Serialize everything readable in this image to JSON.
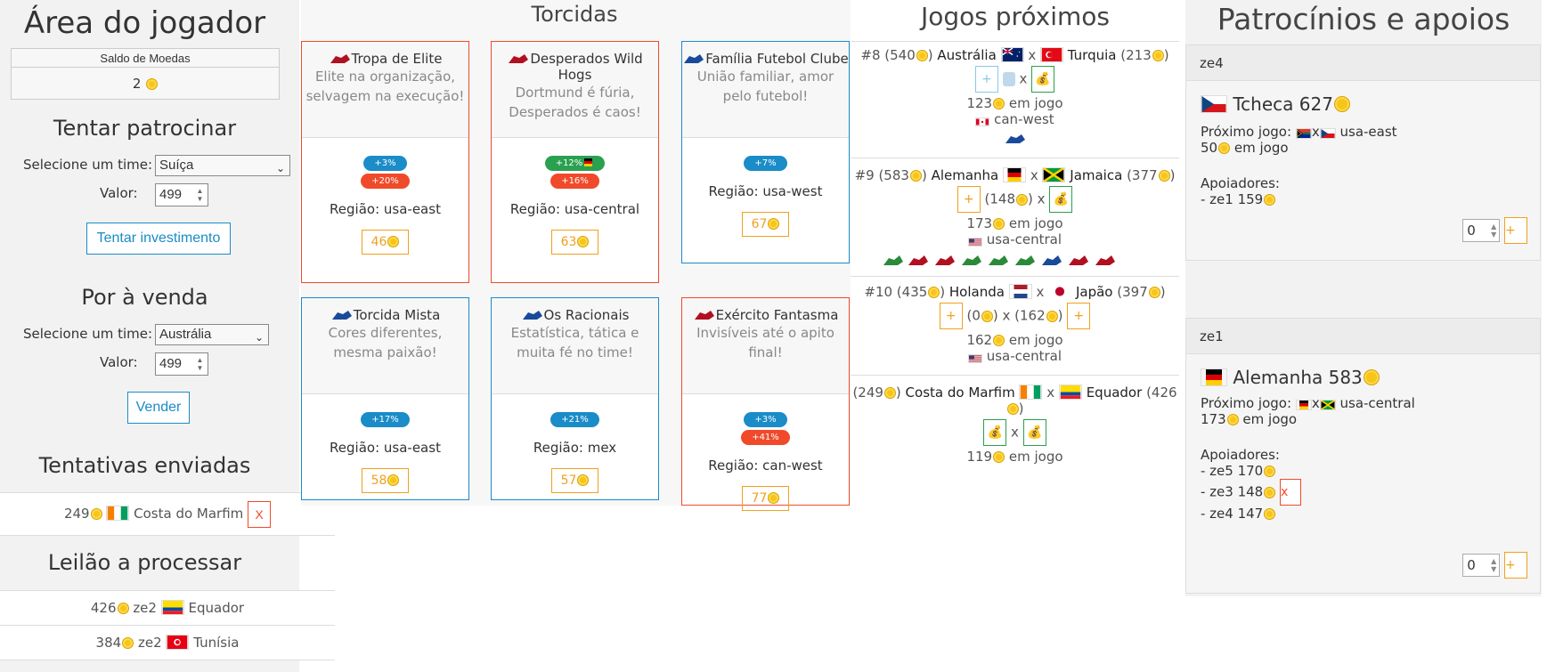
{
  "left": {
    "title": "Área do jogador",
    "saldo_label": "Saldo de Moedas",
    "saldo_value": "2",
    "patrocinar_title": "Tentar patrocinar",
    "select_label": "Selecione um time:",
    "patrocinar_team": "Suíça",
    "valor_label": "Valor:",
    "patrocinar_valor": "499",
    "invest_button": "Tentar investimento",
    "venda_title": "Por à venda",
    "venda_team": "Austrália",
    "venda_valor": "499",
    "vender_button": "Vender",
    "tentativas_title": "Tentativas enviadas",
    "tentativas": [
      {
        "value": "249",
        "team": "Costa do Marfim",
        "remove": "X"
      }
    ],
    "leilao_title": "Leilão a processar",
    "leilao": [
      {
        "value": "426",
        "user": "ze2",
        "team": "Equador"
      },
      {
        "value": "384",
        "user": "ze2",
        "team": "Tunísia"
      }
    ]
  },
  "torcidas": {
    "title": "Torcidas",
    "cards": [
      {
        "name": "Tropa de Elite",
        "desc": "Elite na organização, selvagem na execução!",
        "badges": [
          {
            "text": "+3%",
            "color": "#1a8cc8"
          },
          {
            "text": "+20%",
            "color": "#f04a2a"
          }
        ],
        "region": "Região: usa-east",
        "value": "46",
        "border": "#f04a2a",
        "mascot": "#b01020"
      },
      {
        "name": "Desperados Wild Hogs",
        "desc": "Dortmund é fúria, Desperados é caos!",
        "badges": [
          {
            "text": "+12%",
            "color": "#2aa050",
            "flag": "de"
          },
          {
            "text": "+16%",
            "color": "#f04a2a"
          }
        ],
        "region": "Região: usa-central",
        "value": "63",
        "border": "#f04a2a",
        "mascot": "#b01020"
      },
      {
        "name": "Família Futebol Clube",
        "desc": "União familiar, amor pelo futebol!",
        "badges": [
          {
            "text": "+7%",
            "color": "#1a8cc8"
          }
        ],
        "region": "Região: usa-west",
        "value": "67",
        "border": "#1a8cc8",
        "mascot": "#1a4a9a"
      },
      {
        "name": "Torcida Mista",
        "desc": "Cores diferentes, mesma paixão!",
        "badges": [
          {
            "text": "+17%",
            "color": "#1a8cc8"
          }
        ],
        "region": "Região: usa-east",
        "value": "58",
        "border": "#1a8cc8",
        "mascot": "#1a4a9a"
      },
      {
        "name": "Os Racionais",
        "desc": "Estatística, tática e muita fé no time!",
        "badges": [
          {
            "text": "+21%",
            "color": "#1a8cc8"
          }
        ],
        "region": "Região: mex",
        "value": "57",
        "border": "#1a8cc8",
        "mascot": "#1a4a9a"
      },
      {
        "name": "Exército Fantasma",
        "desc": "Invisíveis até o apito final!",
        "badges": [
          {
            "text": "+3%",
            "color": "#1a8cc8"
          },
          {
            "text": "+41%",
            "color": "#f04a2a"
          }
        ],
        "region": "Região: can-west",
        "value": "77",
        "border": "#f04a2a",
        "mascot": "#b01020"
      }
    ]
  },
  "jogos": {
    "title": "Jogos próximos",
    "games": [
      {
        "line1": {
          "pre": "#8 (540",
          "team1": "Austrália",
          "x": "x",
          "team2": "Turquia",
          "post": "(213"
        },
        "line2": "",
        "em_jogo_value": "123",
        "em_jogo_label": "em jogo",
        "region": "can-west"
      },
      {
        "line1": {
          "pre": "#9 (583",
          "team1": "Alemanha",
          "x": "x",
          "team2": "Jamaica",
          "post": "(377"
        },
        "line2": "(148",
        "em_jogo_value": "173",
        "em_jogo_label": "em jogo",
        "region": "usa-central"
      },
      {
        "line1": {
          "pre": "#10 (435",
          "team1": "Holanda",
          "x": "x",
          "team2": "Japão",
          "post": "(397"
        },
        "line2": "(0",
        "line2b": "x (162",
        "em_jogo_value": "162",
        "em_jogo_label": "em jogo",
        "region": "usa-central"
      },
      {
        "line1": {
          "pre": "(249",
          "team1": "Costa do Marfim",
          "x": "x",
          "team2": "Equador",
          "post": "(426"
        },
        "line2": "x",
        "em_jogo_value": "119",
        "em_jogo_label": "em jogo",
        "region": ""
      }
    ]
  },
  "patrocinios": {
    "title": "Patrocínios e apoios",
    "cards": [
      {
        "user": "ze4",
        "team": "Tcheca 627",
        "next_label": "Próximo jogo:",
        "next_region": "usa-east",
        "em_jogo_value": "50",
        "em_jogo_label": "em jogo",
        "apoiadores_label": "Apoiadores:",
        "apoiadores": [
          "- ze1 159"
        ],
        "input": "0",
        "add": "+"
      },
      {
        "user": "ze1",
        "team": "Alemanha 583",
        "next_label": "Próximo jogo:",
        "next_region": "usa-central",
        "em_jogo_value": "173",
        "em_jogo_label": "em jogo",
        "apoiadores_label": "Apoiadores:",
        "apoiadores": [
          "- ze5 170",
          "- ze3 148",
          "- ze4 147"
        ],
        "remove": "x",
        "input": "0",
        "add": "+"
      }
    ]
  }
}
